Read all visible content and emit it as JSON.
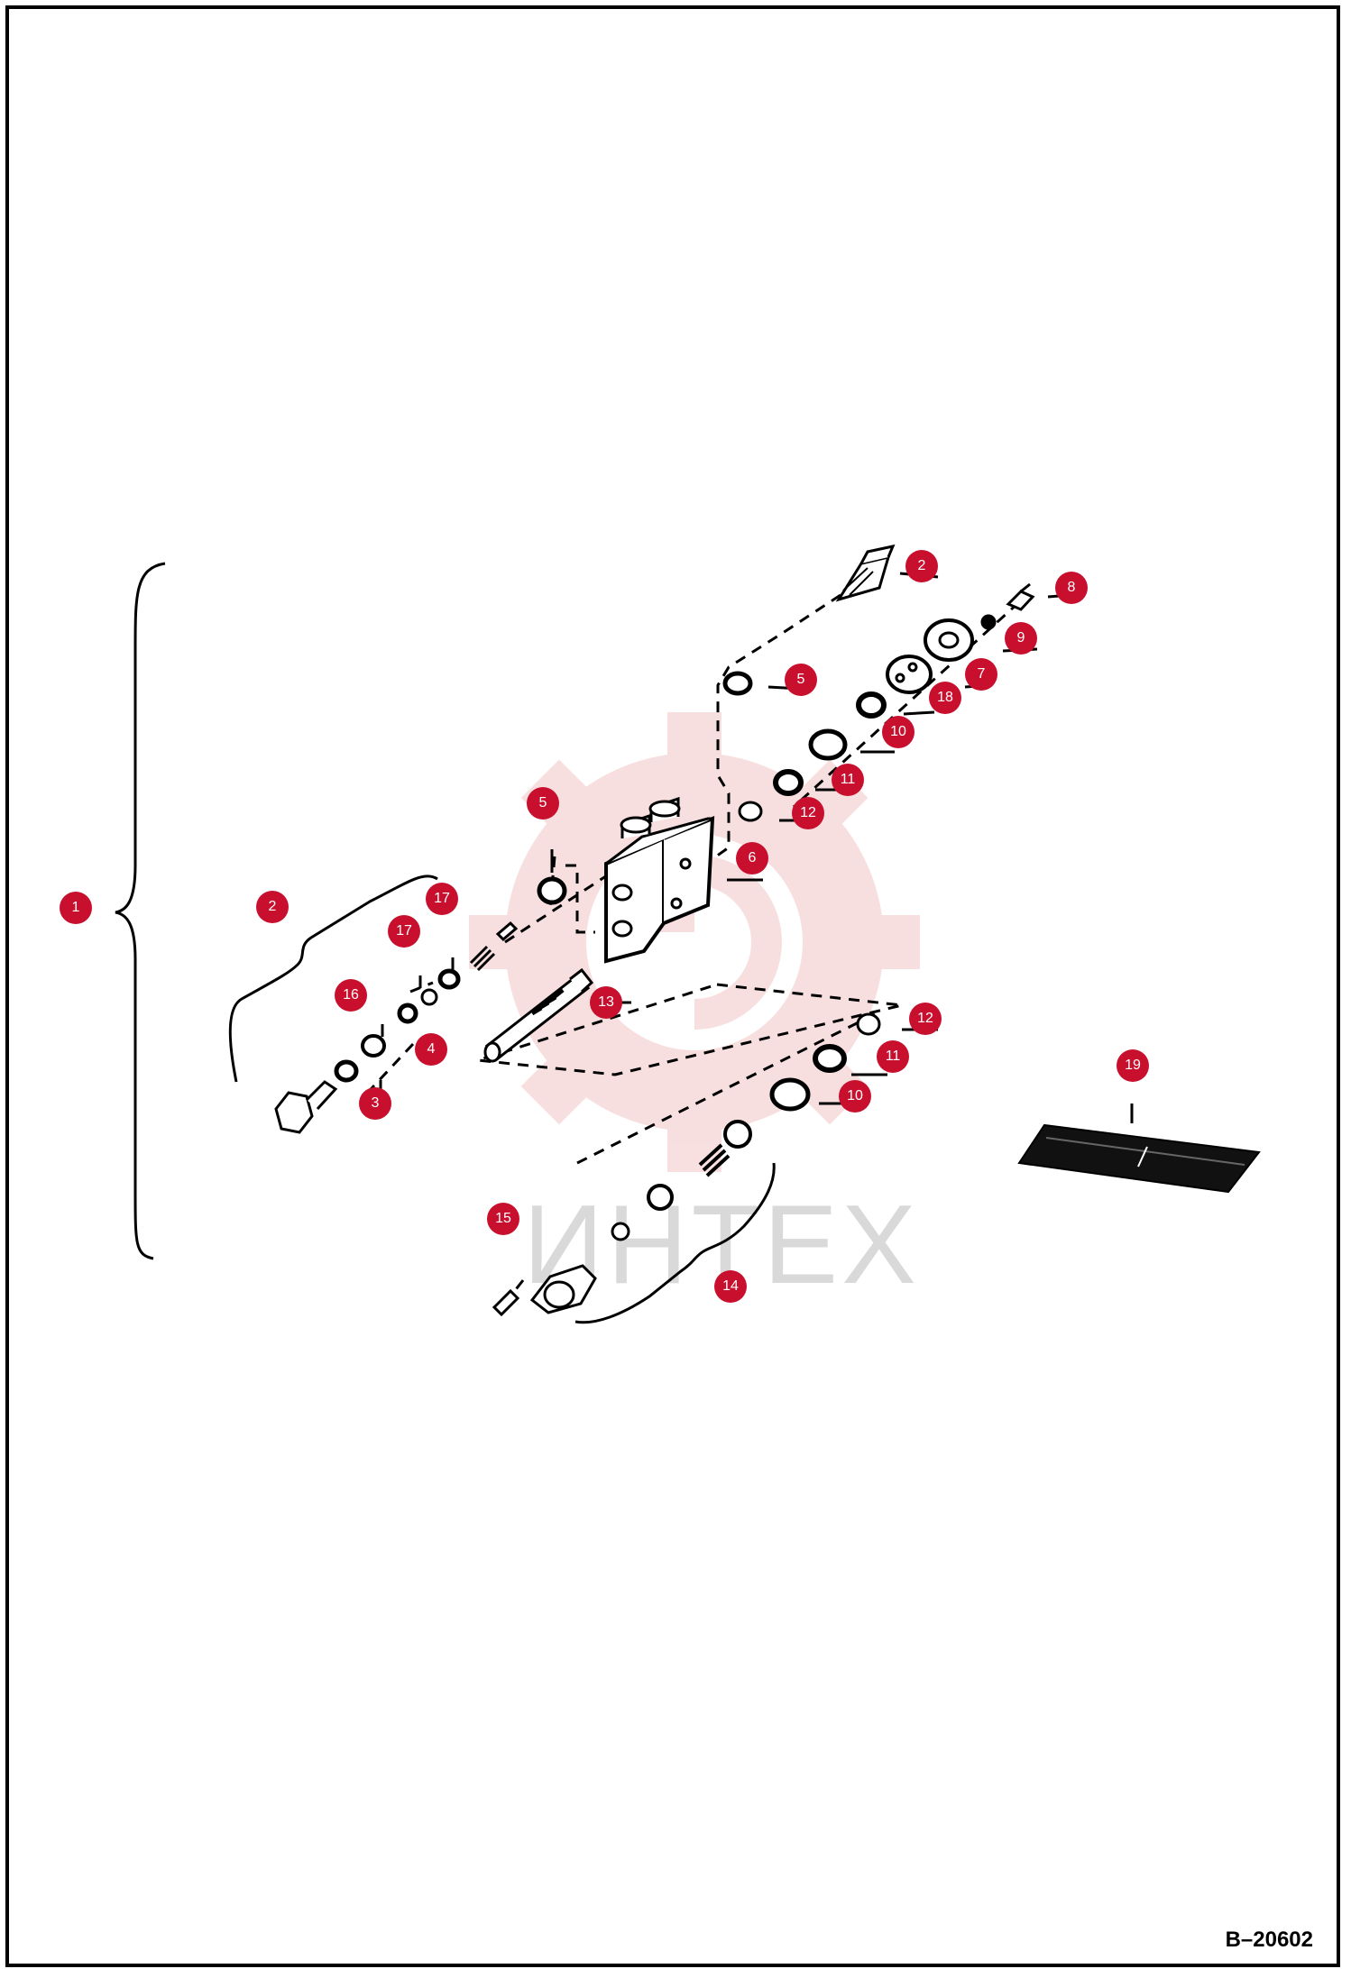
{
  "diagram": {
    "document_number": "B–20602",
    "watermark_text": "ИНТЕХ",
    "colors": {
      "callout_fill": "#c8102e",
      "line": "#000000",
      "watermark": "#f4c6c6"
    },
    "callouts": [
      {
        "id": "c1",
        "label": "1"
      },
      {
        "id": "c2-top",
        "label": "2"
      },
      {
        "id": "c2-left",
        "label": "2"
      },
      {
        "id": "c3",
        "label": "3"
      },
      {
        "id": "c4",
        "label": "4"
      },
      {
        "id": "c5-top",
        "label": "5"
      },
      {
        "id": "c5-left",
        "label": "5"
      },
      {
        "id": "c6",
        "label": "6"
      },
      {
        "id": "c7",
        "label": "7"
      },
      {
        "id": "c8",
        "label": "8"
      },
      {
        "id": "c9",
        "label": "9"
      },
      {
        "id": "c10-top",
        "label": "10"
      },
      {
        "id": "c10-bottom",
        "label": "10"
      },
      {
        "id": "c11-top",
        "label": "11"
      },
      {
        "id": "c11-bottom",
        "label": "11"
      },
      {
        "id": "c12-top",
        "label": "12"
      },
      {
        "id": "c12-bottom",
        "label": "12"
      },
      {
        "id": "c13",
        "label": "13"
      },
      {
        "id": "c14",
        "label": "14"
      },
      {
        "id": "c15",
        "label": "15"
      },
      {
        "id": "c16",
        "label": "16"
      },
      {
        "id": "c17-upper",
        "label": "17"
      },
      {
        "id": "c17-lower",
        "label": "17"
      },
      {
        "id": "c18",
        "label": "18"
      },
      {
        "id": "c19",
        "label": "19"
      }
    ]
  }
}
